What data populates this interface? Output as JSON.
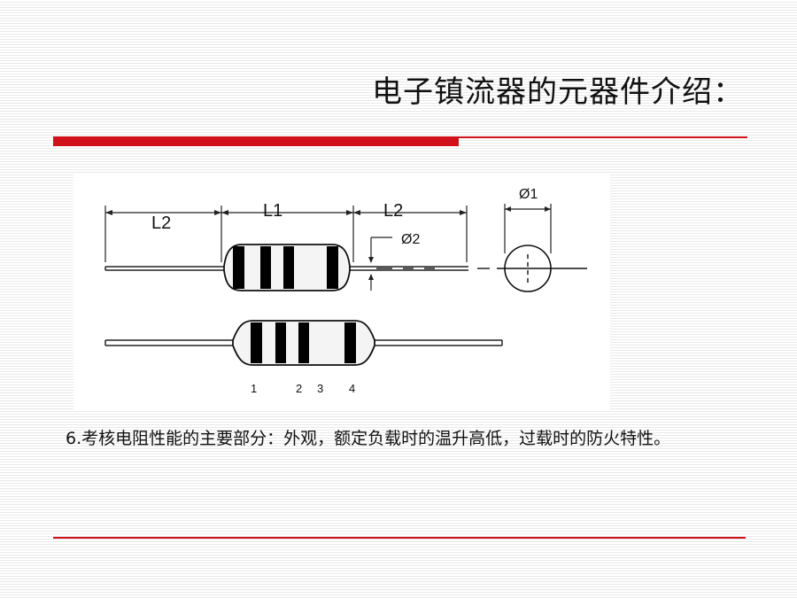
{
  "slide": {
    "title": "电子镇流器的元器件介绍：",
    "body_text": "6.考核电阻性能的主要部分：外观，额定负载时的温升高低，过载时的防火特性。"
  },
  "diagram": {
    "labels": {
      "l2_left": "L2",
      "l1": "L1",
      "l2_right": "L2",
      "phi1": "Ø1",
      "phi2": "Ø2"
    },
    "band_numbers": [
      "1",
      "2",
      "3",
      "4"
    ]
  },
  "colors": {
    "accent_red": "#d0101a",
    "band": "#000000",
    "body_fill": "#f4f4f4"
  }
}
